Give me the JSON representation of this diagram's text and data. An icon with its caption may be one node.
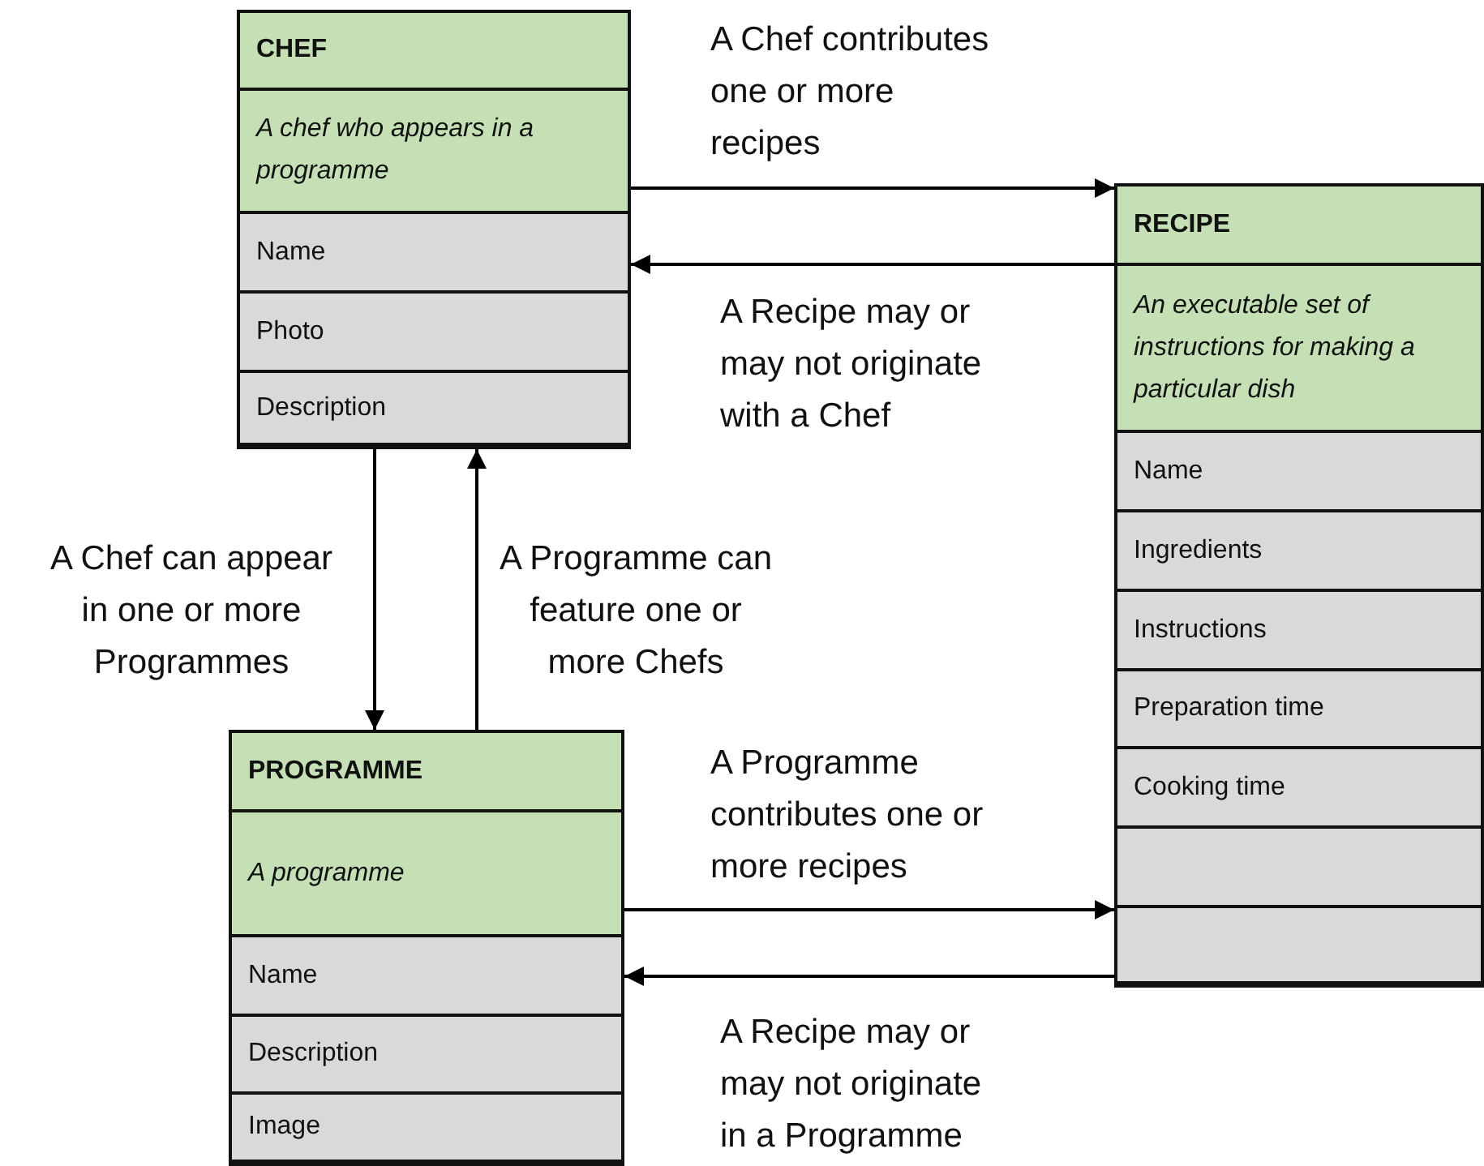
{
  "diagram": {
    "nodes": [
      {
        "text": [
          "CHEF",
          "A chef who appears in a programme"
        ]
      },
      {
        "text": [
          "Name"
        ],
        "in": 0
      },
      {
        "text": [
          "Photo"
        ],
        "in": 0
      },
      {
        "text": [
          "Description"
        ],
        "in": 0
      },
      {
        "text": [
          "RECIPE",
          "An executable set of instructions for making a particular dish"
        ]
      },
      {
        "text": [
          "Name"
        ],
        "in": 4
      },
      {
        "text": [
          "Ingredients"
        ],
        "in": 4
      },
      {
        "text": [
          "Instructions"
        ],
        "in": 4
      },
      {
        "text": [
          "Preparation time"
        ],
        "in": 4
      },
      {
        "text": [
          "Cooking time"
        ],
        "in": 4
      },
      {
        "text": [],
        "shape": "box",
        "in": 4
      },
      {
        "text": [],
        "shape": "box",
        "in": 4
      },
      {
        "text": [
          "PROGRAMME",
          "A programme"
        ]
      },
      {
        "text": [
          "Name"
        ],
        "in": 12
      },
      {
        "text": [
          "Description"
        ],
        "in": 12
      },
      {
        "text": [
          "Image"
        ],
        "in": 12
      }
    ],
    "edges": [
      {
        "from": 0,
        "to": 4,
        "arrow": "to",
        "label": "A Chef contributes one or more recipes"
      },
      {
        "from": 4,
        "to": 0,
        "arrow": "to",
        "label": "A Recipe may or may not originate with a Chef"
      },
      {
        "from": 0,
        "to": 12,
        "arrow": "to",
        "label": "A Chef can appear in one or more Programmes"
      },
      {
        "from": 12,
        "to": 0,
        "arrow": "to",
        "label": "A Programme can feature one or more Chefs"
      },
      {
        "from": 12,
        "to": 4,
        "arrow": "to",
        "label": "A Programme contributes one or more recipes"
      },
      {
        "from": 4,
        "to": 12,
        "arrow": "to",
        "label": "A Recipe may or may not originate in a Programme"
      }
    ]
  }
}
